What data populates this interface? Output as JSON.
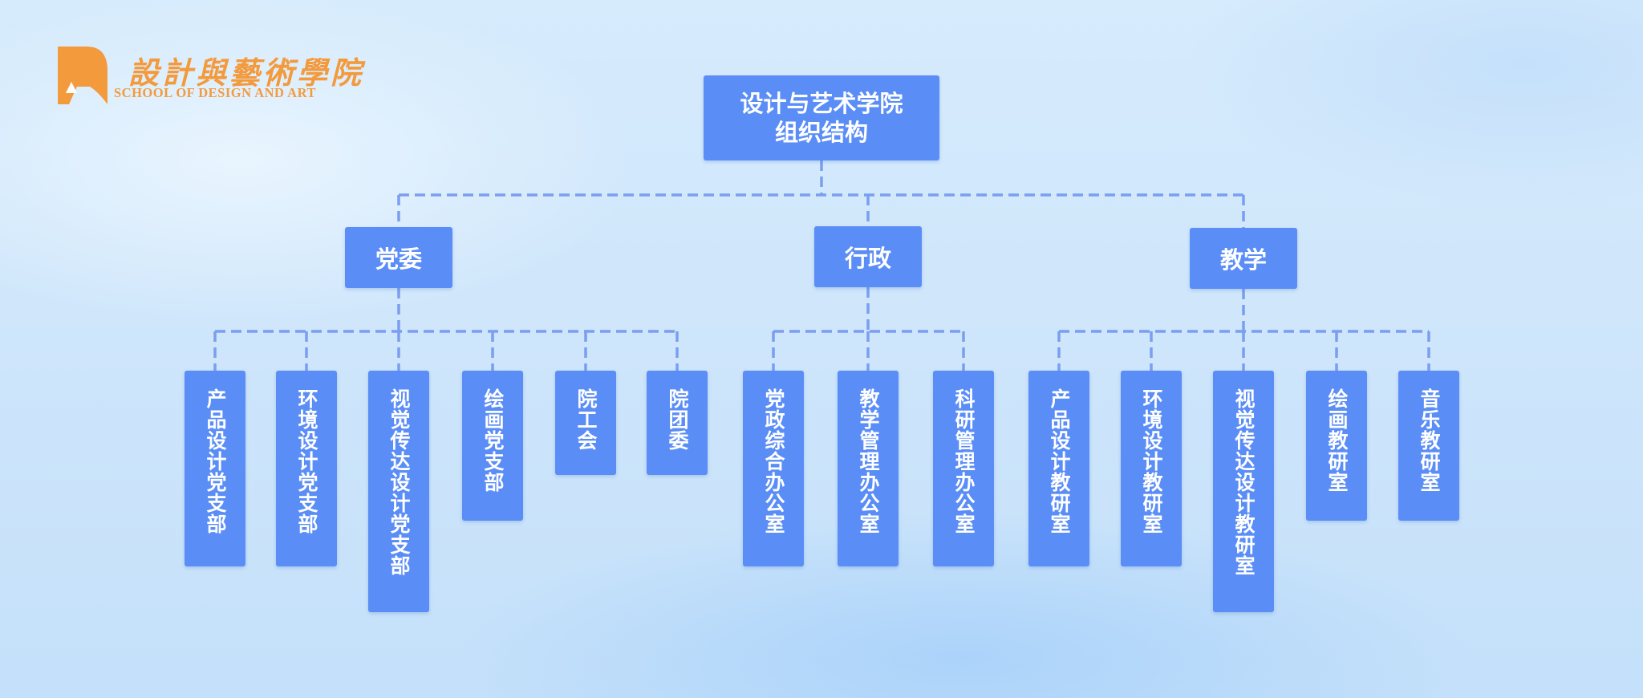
{
  "logo": {
    "name_cn": "設計與藝術學院",
    "name_en": "SCHOOL OF DESIGN AND ART",
    "color": "#f39a3d"
  },
  "colors": {
    "node_fill": "#5a8df6",
    "node_text": "#ffffff",
    "connector": "#7b9ef0"
  },
  "org": {
    "root": "设计与艺术学院\n组织结构",
    "branches": [
      {
        "label": "党委",
        "children": [
          "产品设计党支部",
          "环境设计党支部",
          "视觉传达设计党支部",
          "绘画党支部",
          "院工会",
          "院团委"
        ]
      },
      {
        "label": "行政",
        "children": [
          "党政综合办公室",
          "教学管理办公室",
          "科研管理办公室"
        ]
      },
      {
        "label": "教学",
        "children": [
          "产品设计教研室",
          "环境设计教研室",
          "视觉传达设计教研室",
          "绘画教研室",
          "音乐教研室"
        ]
      }
    ]
  }
}
